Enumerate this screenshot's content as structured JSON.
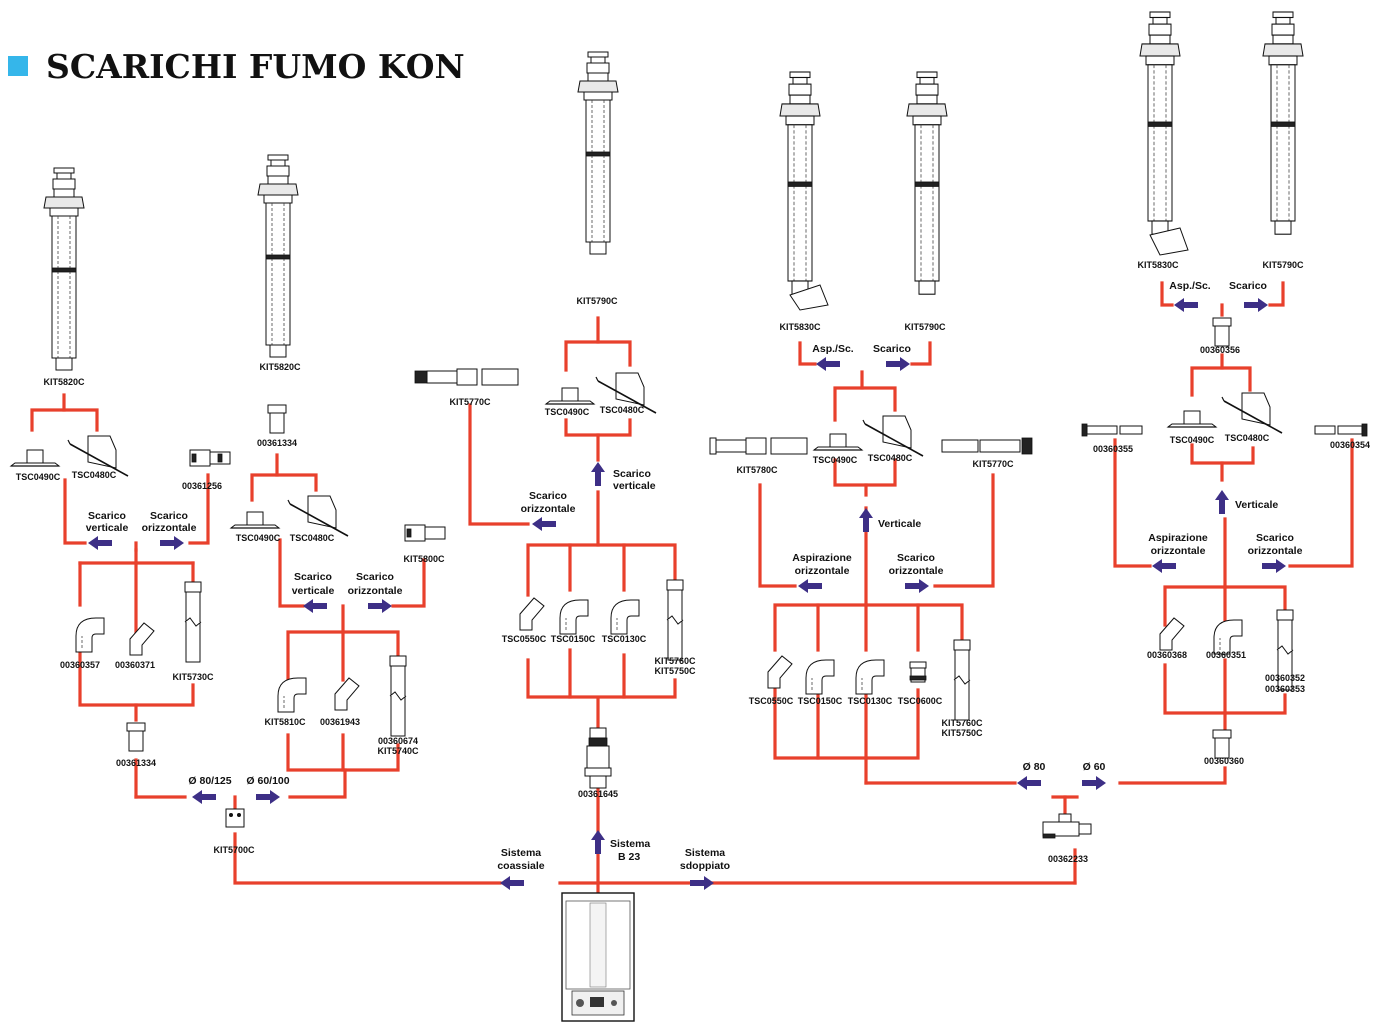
{
  "title": "SCARICHI FUMO KON",
  "colors": {
    "lines": "#e8402c",
    "arrows": "#3d2f86",
    "marker": "#35b6ea"
  },
  "labels": {
    "kit5820c_a": "KIT5820C",
    "kit5820c_b": "KIT5820C",
    "kit5790c_center": "KIT5790C",
    "kit5830c_mid": "KIT5830C",
    "kit5790c_mid": "KIT5790C",
    "kit5830c_right": "KIT5830C",
    "kit5790c_right": "KIT5790C",
    "tsc0490c_1": "TSC0490C",
    "tsc0480c_1": "TSC0480C",
    "tsc0490c_2": "TSC0490C",
    "tsc0480c_2": "TSC0480C",
    "tsc0490c_3": "TSC0490C",
    "tsc0480c_3": "TSC0480C",
    "tsc0490c_4": "TSC0490C",
    "tsc0480c_4": "TSC0480C",
    "tsc0490c_5": "TSC0490C",
    "tsc0480c_5": "TSC0480C",
    "p00361256": "00361256",
    "p00361334_a": "00361334",
    "p00361334_b": "00361334",
    "kit5800c": "KIT5800C",
    "kit5770c_center": "KIT5770C",
    "kit5780c": "KIT5780C",
    "kit5770c_mid": "KIT5770C",
    "p00360356": "00360356",
    "p00360355": "00360355",
    "p00360354": "00360354",
    "p00360357": "00360357",
    "p00360371": "00360371",
    "kit5730c": "KIT5730C",
    "kit5810c": "KIT5810C",
    "p00361943": "00361943",
    "p00360674": "00360674",
    "kit5740c": "KIT5740C",
    "tsc0550c_a": "TSC0550C",
    "tsc0150c_a": "TSC0150C",
    "tsc0130c_a": "TSC0130C",
    "kit5760c_a": "KIT5760C",
    "kit5750c_a": "KIT5750C",
    "tsc0550c_b": "TSC0550C",
    "tsc0150c_b": "TSC0150C",
    "tsc0130c_b": "TSC0130C",
    "tsc0600c": "TSC0600C",
    "kit5760c_b": "KIT5760C",
    "kit5750c_b": "KIT5750C",
    "p00360368": "00360368",
    "p00360351": "00360351",
    "p00360352": "00360352",
    "p00360353": "00360353",
    "p00360360": "00360360",
    "p00361645": "00361645",
    "kit5700c": "KIT5700C",
    "p00362233": "00362233"
  },
  "flow": {
    "scarico": "Scarico",
    "verticale": "verticale",
    "orizzontale": "orizzontale",
    "asp_sc": "Asp./Sc.",
    "verticale_cap": "Verticale",
    "aspirazione": "Aspirazione",
    "d80_125": "Ø 80/125",
    "d60_100": "Ø 60/100",
    "d80": "Ø 80",
    "d60": "Ø 60",
    "sistema": "Sistema",
    "coassiale": "coassiale",
    "b23": "B 23",
    "sdoppiato": "sdoppiato"
  }
}
